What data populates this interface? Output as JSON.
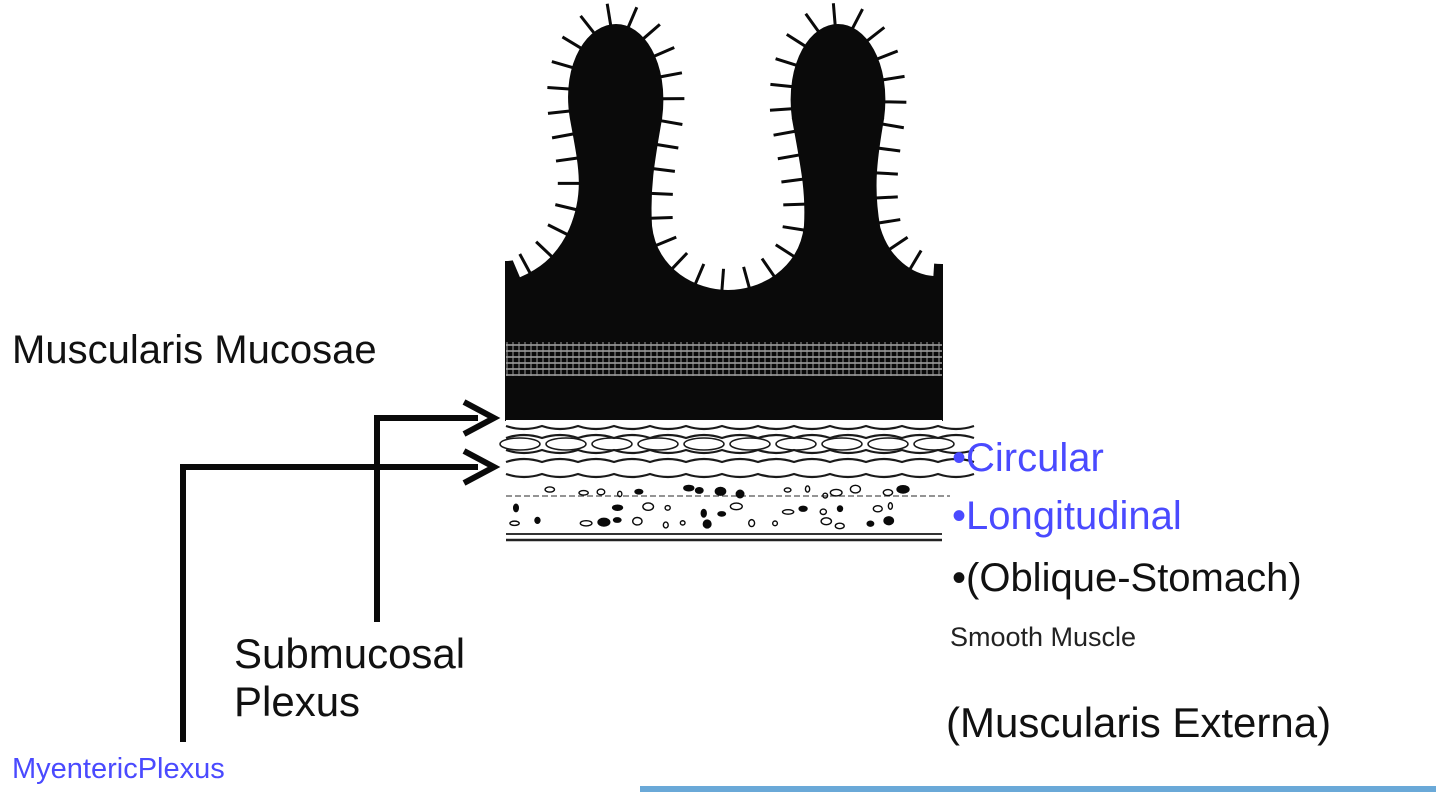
{
  "labels": {
    "muscularis_mucosae": "Muscularis Mucosae",
    "submucosal_line1": "Submucosal",
    "submucosal_line2": "Plexus",
    "myenteric_plexus": "MyentericPlexus",
    "circular": "•Circular",
    "longitudinal": "•Longitudinal",
    "oblique": "•(Oblique-Stomach)",
    "smooth_muscle": "Smooth Muscle",
    "muscularis_externa": "(Muscularis Externa)"
  },
  "colors": {
    "tissue": "#0a0a0a",
    "cell_fill": "#ffffff",
    "arrow": "#0a0a0a",
    "label_text": "#111111",
    "accent_blue": "#4a4aff",
    "rule_blue": "#6aa9d8",
    "background": "#ffffff"
  },
  "icons": {
    "pointer": "arrow-right-icon"
  }
}
